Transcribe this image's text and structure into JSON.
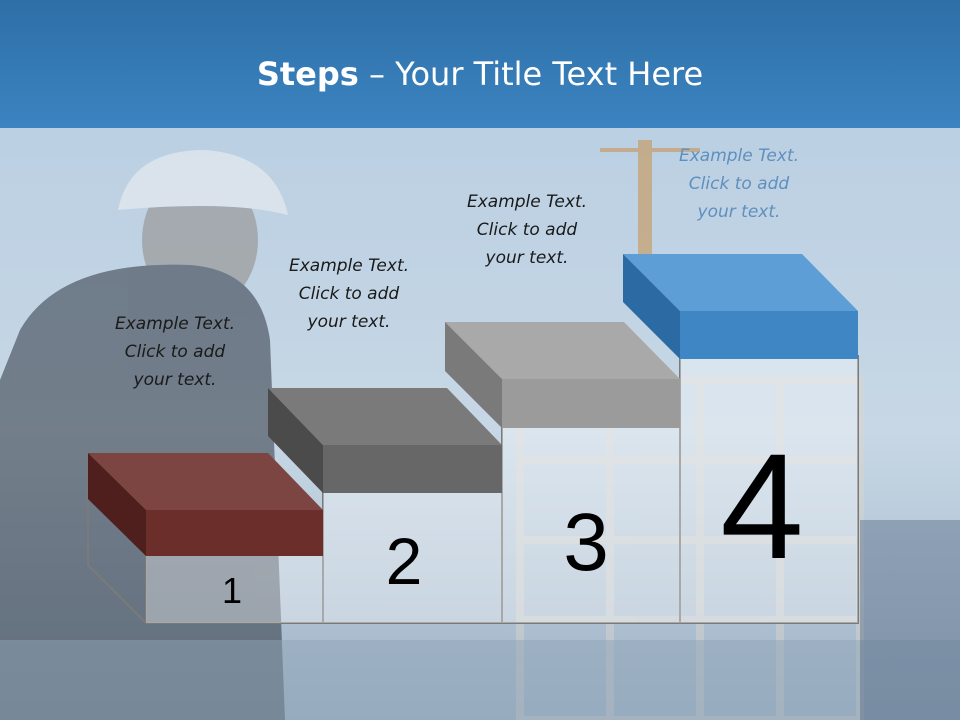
{
  "title": {
    "bold": "Steps",
    "rest": " – Your Title Text Here"
  },
  "steps": [
    {
      "number": "1",
      "color": "#6b2e2b",
      "caption": [
        "Example Text.",
        "Click  to add",
        "your text."
      ]
    },
    {
      "number": "2",
      "color": "#676767",
      "caption": [
        "Example Text.",
        "Click  to add",
        "your text."
      ]
    },
    {
      "number": "3",
      "color": "#9b9b9b",
      "caption": [
        "Example Text.",
        "Click  to add",
        "your text."
      ]
    },
    {
      "number": "4",
      "color": "#3e86c4",
      "caption": [
        "Example Text.",
        "Click  to add",
        "your text."
      ]
    }
  ]
}
